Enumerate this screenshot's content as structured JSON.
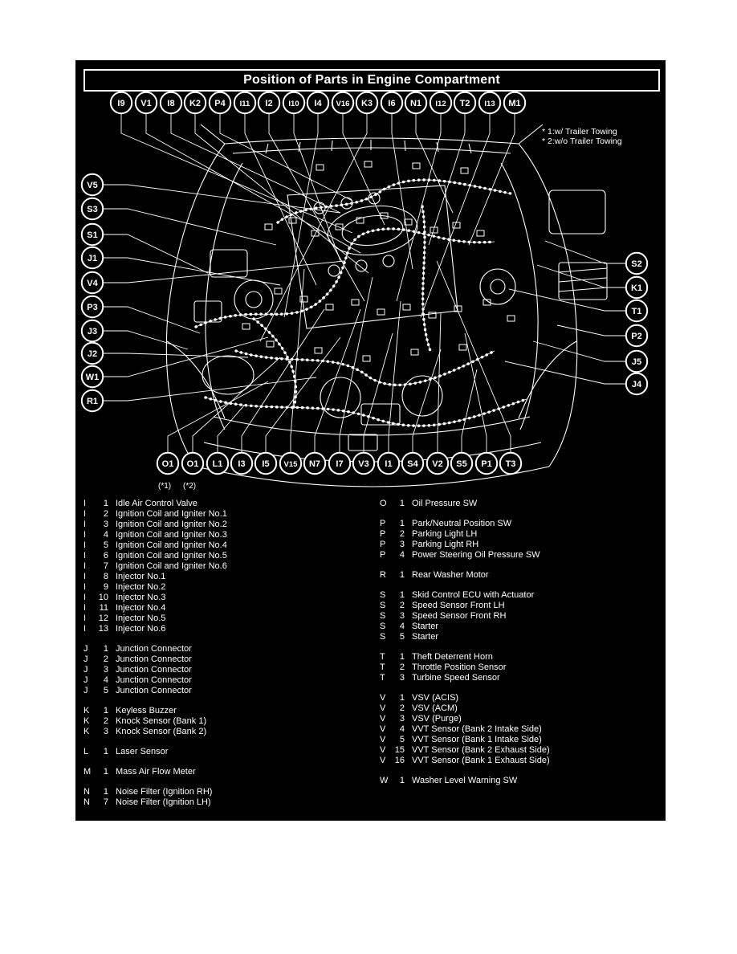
{
  "title": "Position of Parts in Engine Compartment",
  "notes": [
    "* 1:w/ Trailer Towing",
    "* 2:w/o Trailer Towing"
  ],
  "colors": {
    "background": "#000000",
    "foreground": "#ffffff",
    "page": "#ffffff"
  },
  "callouts": {
    "top": [
      "I9",
      "V1",
      "I8",
      "K2",
      "P4",
      "I11",
      "I2",
      "I10",
      "I4",
      "V16",
      "K3",
      "I6",
      "N1",
      "I12",
      "T2",
      "I13",
      "M1"
    ],
    "left": [
      "V5",
      "S3",
      "S1",
      "J1",
      "V4",
      "P3",
      "J3",
      "J2",
      "W1",
      "R1"
    ],
    "right": [
      "S2",
      "K1",
      "T1",
      "P2",
      "J5",
      "J4"
    ],
    "bottom": [
      {
        "id": "O1",
        "sub": "(*1)"
      },
      {
        "id": "O1",
        "sub": "(*2)"
      },
      "L1",
      "I3",
      "I5",
      "V15",
      "N7",
      "I7",
      "V3",
      "I1",
      "S4",
      "V2",
      "S5",
      "P1",
      "T3"
    ]
  },
  "legend": {
    "left": [
      [
        [
          "I",
          "1",
          "Idle Air Control Valve"
        ],
        [
          "I",
          "2",
          "Ignition Coil and Igniter No.1"
        ],
        [
          "I",
          "3",
          "Ignition Coil and Igniter No.2"
        ],
        [
          "I",
          "4",
          "Ignition Coil and Igniter No.3"
        ],
        [
          "I",
          "5",
          "Ignition Coil and Igniter No.4"
        ],
        [
          "I",
          "6",
          "Ignition Coil and Igniter No.5"
        ],
        [
          "I",
          "7",
          "Ignition Coil and Igniter No.6"
        ],
        [
          "I",
          "8",
          "Injector No.1"
        ],
        [
          "I",
          "9",
          "Injector No.2"
        ],
        [
          "I",
          "10",
          "Injector No.3"
        ],
        [
          "I",
          "11",
          "Injector No.4"
        ],
        [
          "I",
          "12",
          "Injector No.5"
        ],
        [
          "I",
          "13",
          "Injector No.6"
        ]
      ],
      [
        [
          "J",
          "1",
          "Junction Connector"
        ],
        [
          "J",
          "2",
          "Junction Connector"
        ],
        [
          "J",
          "3",
          "Junction Connector"
        ],
        [
          "J",
          "4",
          "Junction Connector"
        ],
        [
          "J",
          "5",
          "Junction Connector"
        ]
      ],
      [
        [
          "K",
          "1",
          "Keyless Buzzer"
        ],
        [
          "K",
          "2",
          "Knock Sensor (Bank 1)"
        ],
        [
          "K",
          "3",
          "Knock Sensor (Bank 2)"
        ]
      ],
      [
        [
          "L",
          "1",
          "Laser Sensor"
        ]
      ],
      [
        [
          "M",
          "1",
          "Mass Air Flow Meter"
        ]
      ],
      [
        [
          "N",
          "1",
          "Noise Filter (Ignition RH)"
        ],
        [
          "N",
          "7",
          "Noise Filter (Ignition LH)"
        ]
      ]
    ],
    "right": [
      [
        [
          "O",
          "1",
          "Oil Pressure SW"
        ]
      ],
      [
        [
          "P",
          "1",
          "Park/Neutral Position SW"
        ],
        [
          "P",
          "2",
          "Parking Light LH"
        ],
        [
          "P",
          "3",
          "Parking Light RH"
        ],
        [
          "P",
          "4",
          "Power Steering Oil Pressure SW"
        ]
      ],
      [
        [
          "R",
          "1",
          "Rear Washer Motor"
        ]
      ],
      [
        [
          "S",
          "1",
          "Skid Control ECU with Actuator"
        ],
        [
          "S",
          "2",
          "Speed Sensor Front LH"
        ],
        [
          "S",
          "3",
          "Speed Sensor Front RH"
        ],
        [
          "S",
          "4",
          "Starter"
        ],
        [
          "S",
          "5",
          "Starter"
        ]
      ],
      [
        [
          "T",
          "1",
          "Theft Deterrent Horn"
        ],
        [
          "T",
          "2",
          "Throttle Position Sensor"
        ],
        [
          "T",
          "3",
          "Turbine Speed Sensor"
        ]
      ],
      [
        [
          "V",
          "1",
          "VSV (ACIS)"
        ],
        [
          "V",
          "2",
          "VSV (ACM)"
        ],
        [
          "V",
          "3",
          "VSV (Purge)"
        ],
        [
          "V",
          "4",
          "VVT Sensor (Bank 2 Intake Side)"
        ],
        [
          "V",
          "5",
          "VVT Sensor (Bank 1 Intake Side)"
        ],
        [
          "V",
          "15",
          "VVT Sensor (Bank 2 Exhaust Side)"
        ],
        [
          "V",
          "16",
          "VVT Sensor (Bank 1 Exhaust Side)"
        ]
      ],
      [
        [
          "W",
          "1",
          "Washer Level Warning SW"
        ]
      ]
    ]
  }
}
